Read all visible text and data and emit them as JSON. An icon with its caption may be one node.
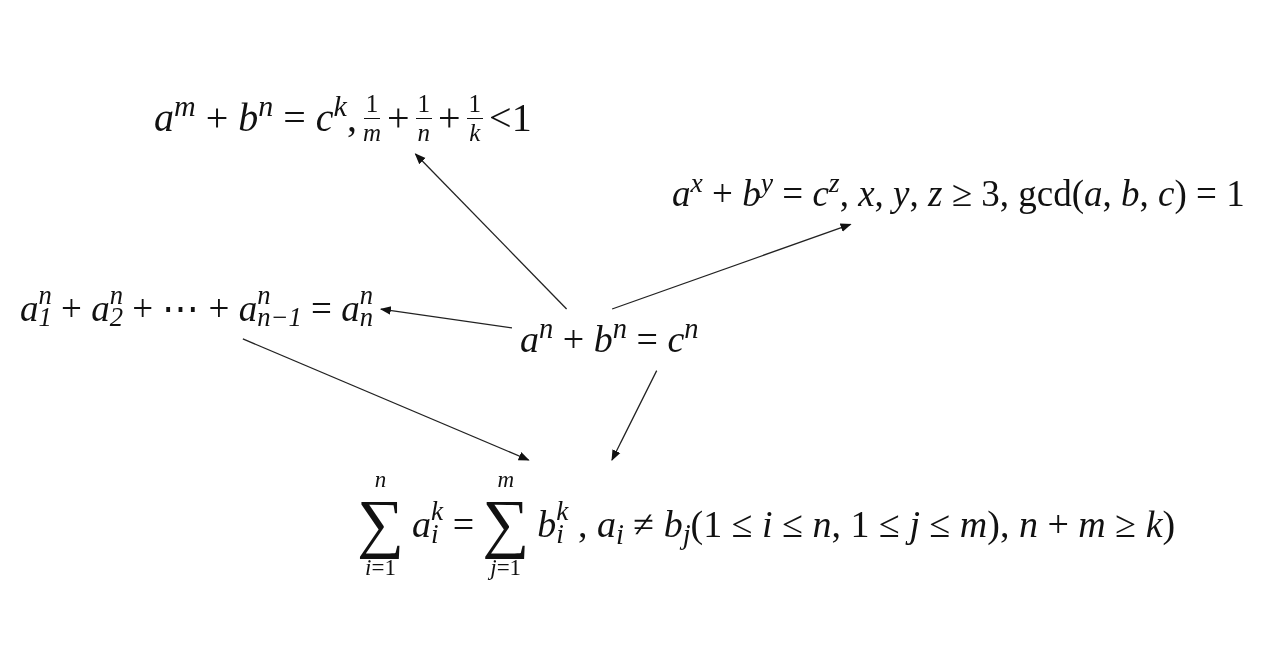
{
  "diagram": {
    "nodes": [
      {
        "text": [
          "*a*$^{m}$ + *b*$^{n}$ = *c*$^{k}$,",
          "1",
          "m",
          "+",
          "1",
          "n",
          "+",
          "1",
          "k",
          "<1"
        ]
      },
      {
        "text": [
          "*a*$^{x}$ + *b*$^{y}$ = *c*$^{z}$, *x*, *y*, *z* ≥ 3, gcd(*a*, *b*, *c*) = 1"
        ]
      },
      {
        "text": [
          "*a*$^{n}$$_{1}$ + *a*$^{n}$$_{2}$ + ⋯ + *a*$^{n}$$_{n−1}$ = *a*$^{n}$$_{n}$"
        ]
      },
      {
        "text": [
          "*a*$^{n}$ + *b*$^{n}$ = *c*$^{n}$"
        ]
      },
      {
        "text": [
          "n",
          "∑",
          "*i*=1",
          "*a*$^{k}$$_{i}$ =",
          "m",
          "∑",
          "*j*=1",
          "*b*$^{k}$$_{i}$ , *a*$_{i}$ ≠ *b*$_{j}$(1 ≤ *i* ≤ *n*, 1 ≤ *j* ≤ *m*), *n* + *m* ≥ *k*)"
        ]
      }
    ],
    "edges": [
      {
        "from": 3,
        "to": 0,
        "arrow": "to"
      },
      {
        "from": 3,
        "to": 1,
        "arrow": "to"
      },
      {
        "from": 3,
        "to": 2,
        "arrow": "to"
      },
      {
        "from": 3,
        "to": 4,
        "arrow": "to"
      },
      {
        "from": 2,
        "to": 4,
        "arrow": "to"
      }
    ]
  }
}
